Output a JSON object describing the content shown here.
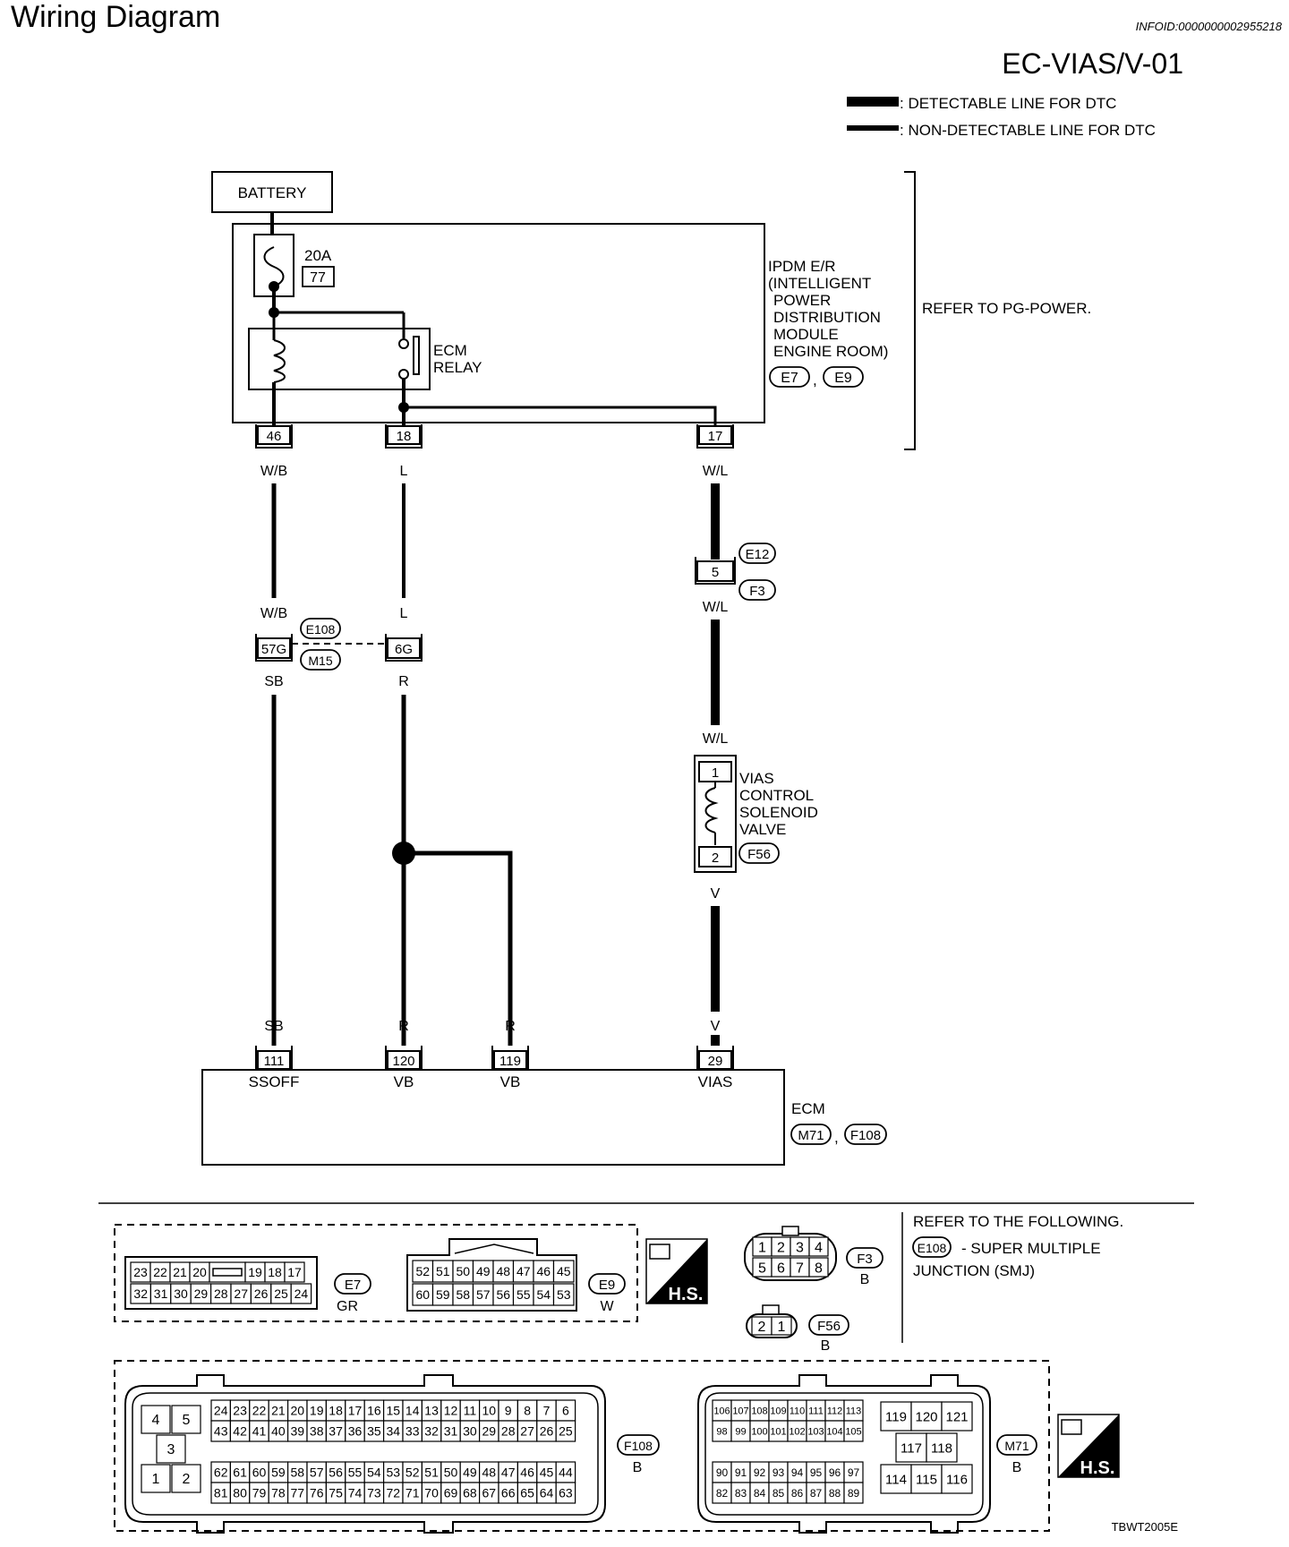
{
  "header": {
    "title": "Wiring Diagram",
    "info_id": "INFOID:0000000002955218",
    "code": "EC-VIAS/V-01"
  },
  "legend": {
    "detectable": ": DETECTABLE LINE FOR DTC",
    "non_detectable": ": NON-DETECTABLE LINE FOR DTC"
  },
  "battery": "BATTERY",
  "fuse": {
    "rating": "20A",
    "number": "77"
  },
  "relay": {
    "line1": "ECM",
    "line2": "RELAY"
  },
  "ipdm": {
    "lines": [
      "IPDM E/R",
      "(INTELLIGENT",
      "POWER",
      "DISTRIBUTION",
      "MODULE",
      "ENGINE ROOM)"
    ],
    "conn1": "E7",
    "conn2": "E9",
    "comma": ","
  },
  "refer_pg": "REFER TO PG-POWER.",
  "ipdm_pins": [
    "46",
    "18",
    "17"
  ],
  "wires": {
    "wb": "W/B",
    "l": "L",
    "wl": "W/L",
    "sb": "SB",
    "r": "R",
    "v": "V"
  },
  "joint_e12": {
    "pin": "5",
    "top": "E12",
    "bottom": "F3"
  },
  "smj": {
    "pin1": "57G",
    "pin2": "6G",
    "top": "E108",
    "bottom": "M15"
  },
  "solenoid": {
    "pin1": "1",
    "pin2": "2",
    "conn": "F56",
    "lines": [
      "VIAS",
      "CONTROL",
      "SOLENOID",
      "VALVE"
    ]
  },
  "ecm": {
    "pins": [
      "111",
      "120",
      "119",
      "29"
    ],
    "terminals": [
      "SSOFF",
      "VB",
      "VB",
      "VIAS"
    ],
    "label": "ECM",
    "conn1": "M71",
    "conn2": "F108",
    "comma": ","
  },
  "connectors": {
    "e7": {
      "id": "E7",
      "color": "GR",
      "row1": [
        "23",
        "22",
        "21",
        "20",
        "",
        "19",
        "18",
        "17"
      ],
      "row2": [
        "32",
        "31",
        "30",
        "29",
        "28",
        "27",
        "26",
        "25",
        "24"
      ]
    },
    "e9": {
      "id": "E9",
      "color": "W",
      "row1": [
        "52",
        "51",
        "50",
        "49",
        "48",
        "47",
        "46",
        "45"
      ],
      "row2": [
        "60",
        "59",
        "58",
        "57",
        "56",
        "55",
        "54",
        "53"
      ]
    },
    "f3": {
      "id": "F3",
      "color": "B",
      "row1": [
        "1",
        "2",
        "3",
        "4"
      ],
      "row2": [
        "5",
        "6",
        "7",
        "8"
      ]
    },
    "f56": {
      "id": "F56",
      "color": "B",
      "pins": [
        "2",
        "1"
      ]
    },
    "f108": {
      "id": "F108",
      "color": "B",
      "block": [
        "4",
        "5",
        "3",
        "1",
        "2"
      ],
      "row1": [
        "24",
        "23",
        "22",
        "21",
        "20",
        "19",
        "18",
        "17",
        "16",
        "15",
        "14",
        "13",
        "12",
        "11",
        "10",
        "9",
        "8",
        "7",
        "6"
      ],
      "row2": [
        "43",
        "42",
        "41",
        "40",
        "39",
        "38",
        "37",
        "36",
        "35",
        "34",
        "33",
        "32",
        "31",
        "30",
        "29",
        "28",
        "27",
        "26",
        "25"
      ],
      "row3": [
        "62",
        "61",
        "60",
        "59",
        "58",
        "57",
        "56",
        "55",
        "54",
        "53",
        "52",
        "51",
        "50",
        "49",
        "48",
        "47",
        "46",
        "45",
        "44"
      ],
      "row4": [
        "81",
        "80",
        "79",
        "78",
        "77",
        "76",
        "75",
        "74",
        "73",
        "72",
        "71",
        "70",
        "69",
        "68",
        "67",
        "66",
        "65",
        "64",
        "63"
      ]
    },
    "m71": {
      "id": "M71",
      "color": "B",
      "row1": [
        "106",
        "107",
        "108",
        "109",
        "110",
        "111",
        "112",
        "113"
      ],
      "row2": [
        "98",
        "99",
        "100",
        "101",
        "102",
        "103",
        "104",
        "105"
      ],
      "row3": [
        "90",
        "91",
        "92",
        "93",
        "94",
        "95",
        "96",
        "97"
      ],
      "row4": [
        "82",
        "83",
        "84",
        "85",
        "86",
        "87",
        "88",
        "89"
      ],
      "right1": [
        "119",
        "120",
        "121"
      ],
      "right2": [
        "117",
        "118"
      ],
      "right3": [
        "114",
        "115",
        "116"
      ]
    }
  },
  "hs_label": "H.S.",
  "refer_following": {
    "line1": "REFER TO THE FOLLOWING.",
    "conn": "E108",
    "line2": "- SUPER MULTIPLE",
    "line3": "JUNCTION (SMJ)"
  },
  "figure_code": "TBWT2005E"
}
